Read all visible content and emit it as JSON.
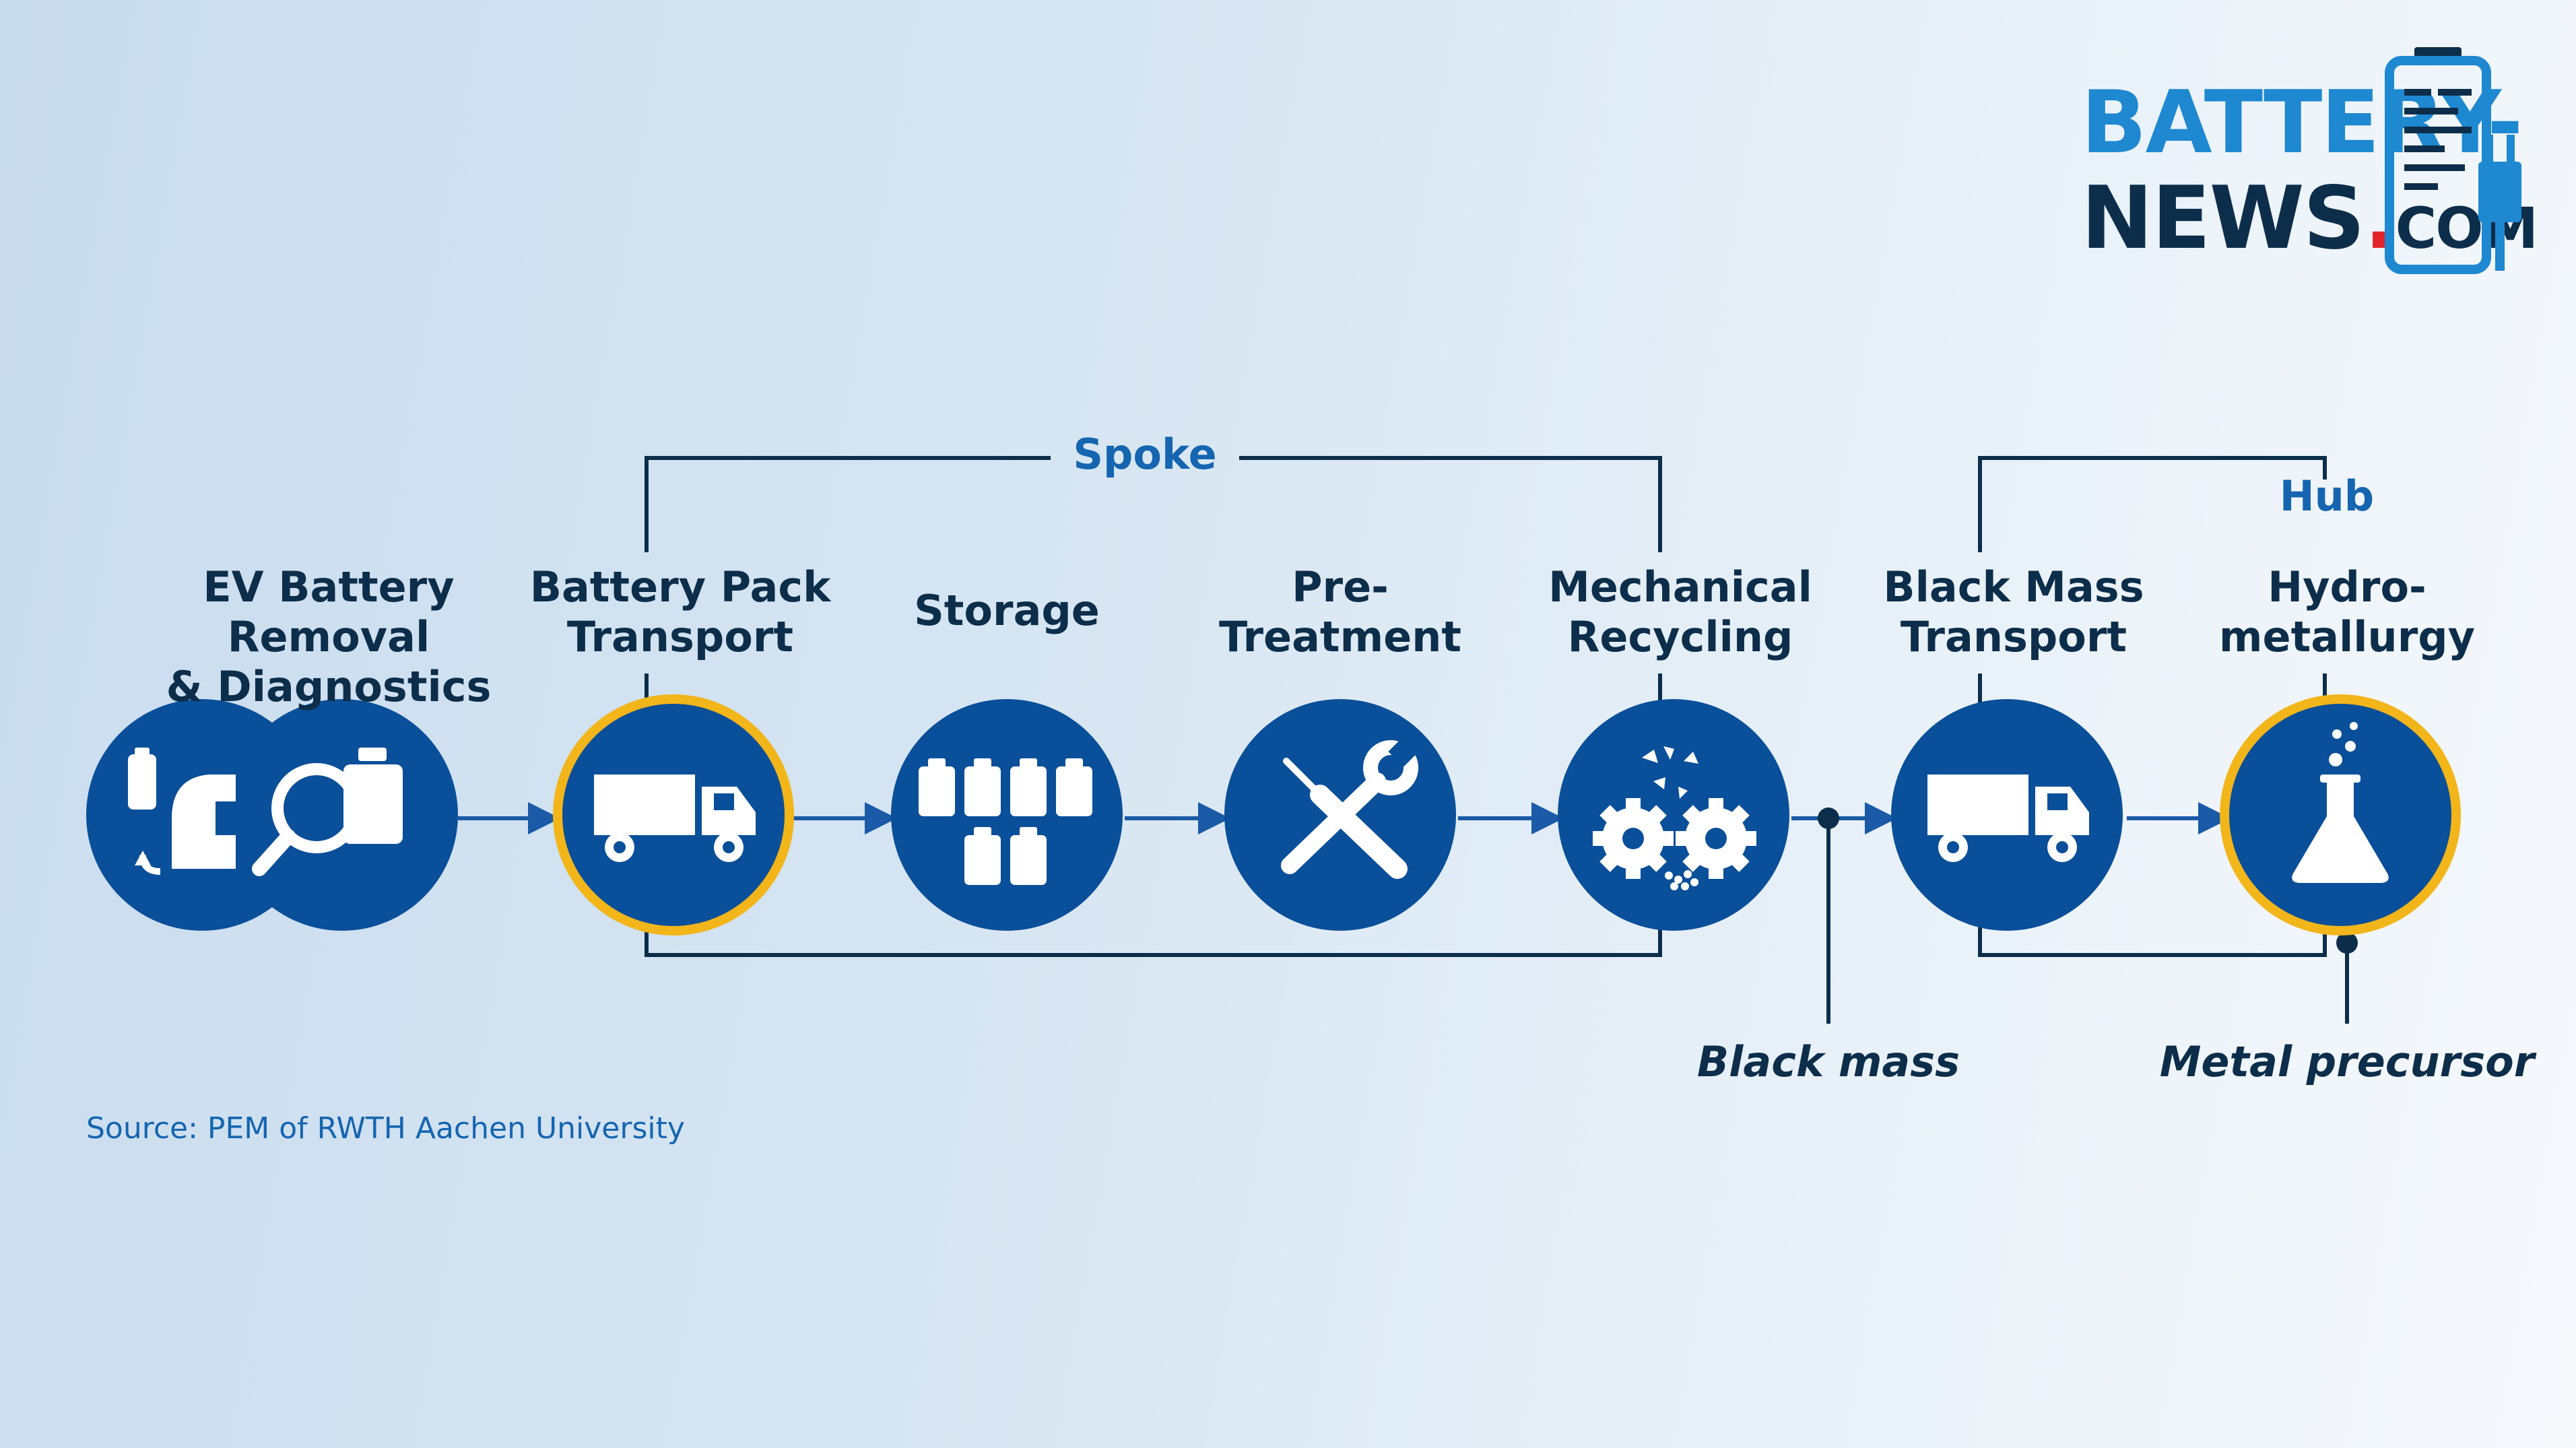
{
  "logo": {
    "line1": "BATTERY-",
    "line2_main": "NEWS",
    "line2_dot": ".",
    "line2_suffix": "COM",
    "colors": {
      "primary": "#1e88d0",
      "dark": "#0d2e4a",
      "dot": "#e3242b"
    }
  },
  "groups": {
    "spoke": "Spoke",
    "hub": "Hub"
  },
  "steps": [
    {
      "label": "EV Battery Removal\n& Diagnostics",
      "icon": "battery-removal-diagnostics-icon"
    },
    {
      "label": "Battery Pack\nTransport",
      "icon": "truck-icon"
    },
    {
      "label": "Storage",
      "icon": "battery-storage-icon"
    },
    {
      "label": "Pre-\nTreatment",
      "icon": "tools-icon"
    },
    {
      "label": "Mechanical\nRecycling",
      "icon": "gears-icon"
    },
    {
      "label": "Black Mass\nTransport",
      "icon": "truck-icon"
    },
    {
      "label": "Hydro-\nmetallurgy",
      "icon": "flask-icon"
    }
  ],
  "outputs": {
    "black_mass": "Black mass",
    "metal_precursor": "Metal precursor"
  },
  "source": "Source: PEM of RWTH Aachen University",
  "colors": {
    "circle_fill": "#0a4f99",
    "highlight_ring": "#f2b51a",
    "arrow": "#1a5aa6",
    "bracket": "#0d2e4a",
    "group_label": "#1565b0"
  }
}
